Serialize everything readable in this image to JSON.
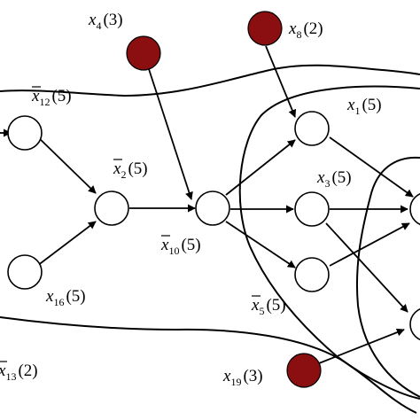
{
  "nodes": {
    "x4": {
      "var": "x",
      "sub": "4",
      "arg": "(3)",
      "bar": false
    },
    "x8": {
      "var": "x",
      "sub": "8",
      "arg": "(2)",
      "bar": false
    },
    "x12": {
      "var": "x",
      "sub": "12",
      "arg": "(5)",
      "bar": true
    },
    "x1": {
      "var": "x",
      "sub": "1",
      "arg": "(5)",
      "bar": false
    },
    "x2": {
      "var": "x",
      "sub": "2",
      "arg": "(5)",
      "bar": true
    },
    "x3": {
      "var": "x",
      "sub": "3",
      "arg": "(5)",
      "bar": false
    },
    "x10": {
      "var": "x",
      "sub": "10",
      "arg": "(5)",
      "bar": true
    },
    "x16": {
      "var": "x",
      "sub": "16",
      "arg": "(5)",
      "bar": false
    },
    "x5": {
      "var": "x",
      "sub": "5",
      "arg": "(5)",
      "bar": true
    },
    "x13": {
      "var": "x",
      "sub": "13",
      "arg": "(2)",
      "bar": true
    },
    "x19": {
      "var": "x",
      "sub": "19",
      "arg": "(3)",
      "bar": false
    }
  },
  "colors": {
    "observed_node": "#8b0f10",
    "hidden_node": "#ffffff",
    "stroke": "#000000"
  }
}
